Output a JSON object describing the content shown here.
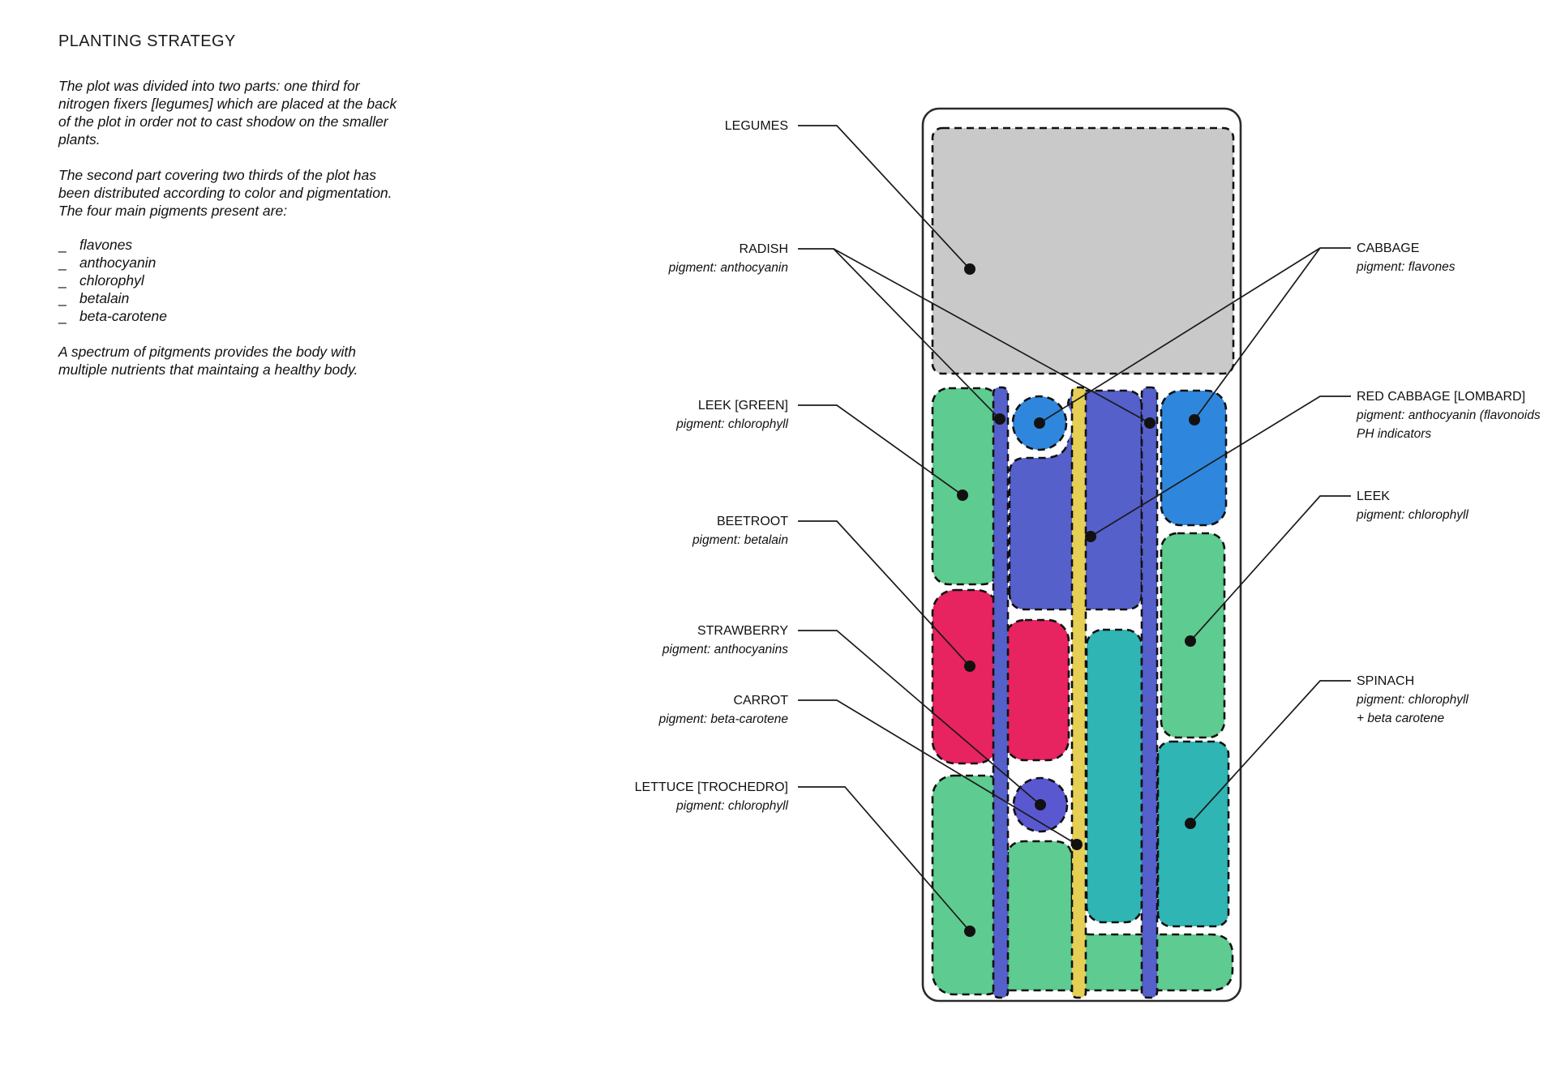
{
  "article": {
    "title": "PLANTING STRATEGY",
    "para1": "The plot was divided into two parts: one third for nitrogen fixers [legumes] which are placed at the back of the plot in order not to cast shodow on the smaller plants.",
    "para2": "The second part covering two thirds of the plot has been distributed according to color and pigmentation.  The four main pigments present are:",
    "pigment_list": {
      "prefix": "_",
      "items": [
        "flavones",
        "anthocyanin",
        "chlorophyl",
        "betalain",
        "beta-carotene"
      ]
    },
    "para3": "A spectrum of pitgments provides the body with multiple nutrients that maintaing a healthy body."
  },
  "diagram": {
    "labels_left": [
      {
        "name": "LEGUMES",
        "pigments": []
      },
      {
        "name": "RADISH",
        "pigments": [
          "pigment: anthocyanin"
        ]
      },
      {
        "name": "LEEK [GREEN]",
        "pigments": [
          "pigment: chlorophyll"
        ]
      },
      {
        "name": "BEETROOT",
        "pigments": [
          "pigment: betalain"
        ]
      },
      {
        "name": "STRAWBERRY",
        "pigments": [
          "pigment: anthocyanins"
        ]
      },
      {
        "name": "CARROT",
        "pigments": [
          "pigment: beta-carotene"
        ]
      },
      {
        "name": "LETTUCE [TROCHEDRO]",
        "pigments": [
          "pigment: chlorophyll"
        ]
      }
    ],
    "labels_right": [
      {
        "name": "CABBAGE",
        "pigments": [
          "pigment: flavones"
        ]
      },
      {
        "name": "RED CABBAGE [LOMBARD]",
        "pigments": [
          "pigment: anthocyanin (flavonoids",
          "PH indicators"
        ]
      },
      {
        "name": "LEEK",
        "pigments": [
          "pigment: chlorophyll"
        ]
      },
      {
        "name": "SPINACH",
        "pigments": [
          "pigment: chlorophyll",
          "+ beta carotene"
        ]
      }
    ],
    "regions": {
      "legumes": "nitrogen fixers block",
      "radish_rows": 2,
      "carrot_row": 1,
      "cabbage": "blue circle + blue rectangle",
      "red_cabbage": "large violet blob",
      "leek_green": "left green rectangle",
      "leek": "right green rectangle",
      "beetroot": "crimson blobs",
      "strawberry": "violet circle",
      "lettuce": "bottom green blobs",
      "spinach": "teal blobs"
    },
    "colors": {
      "plot_bg": "#ffffff",
      "gray": "#c9c9c9",
      "green": "#5ecb90",
      "purple": "#5560cb",
      "purple_circle": "#5a58d0",
      "blue": "#2f87dd",
      "yellow": "#e5cf55",
      "crimson": "#e72360",
      "teal": "#2fb5b4",
      "halo": "#ffffff",
      "outline": "#1a1a1a"
    }
  }
}
